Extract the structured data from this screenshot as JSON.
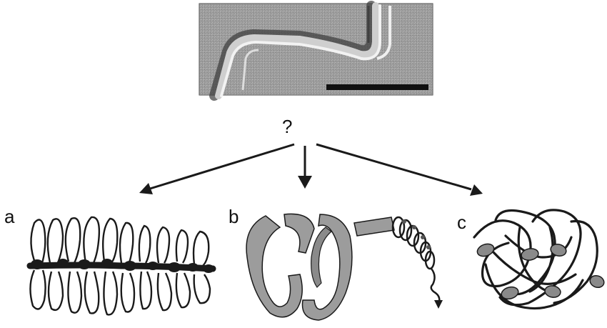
{
  "question_mark": "?",
  "panel_labels": {
    "a": "a",
    "b": "b",
    "c": "c"
  },
  "colors": {
    "micrograph_background": "#9a9a9a",
    "fiber_highlight": "#f2f2f2",
    "fiber_shadow": "#3a3a3a",
    "scale_bar": "#111111",
    "line_art": "#1a1a1a",
    "helix_fill": "#9c9c9c",
    "bead_fill": "#8a8a8a"
  },
  "icons": [
    "arrow-left-icon",
    "arrow-down-icon",
    "arrow-right-icon"
  ]
}
